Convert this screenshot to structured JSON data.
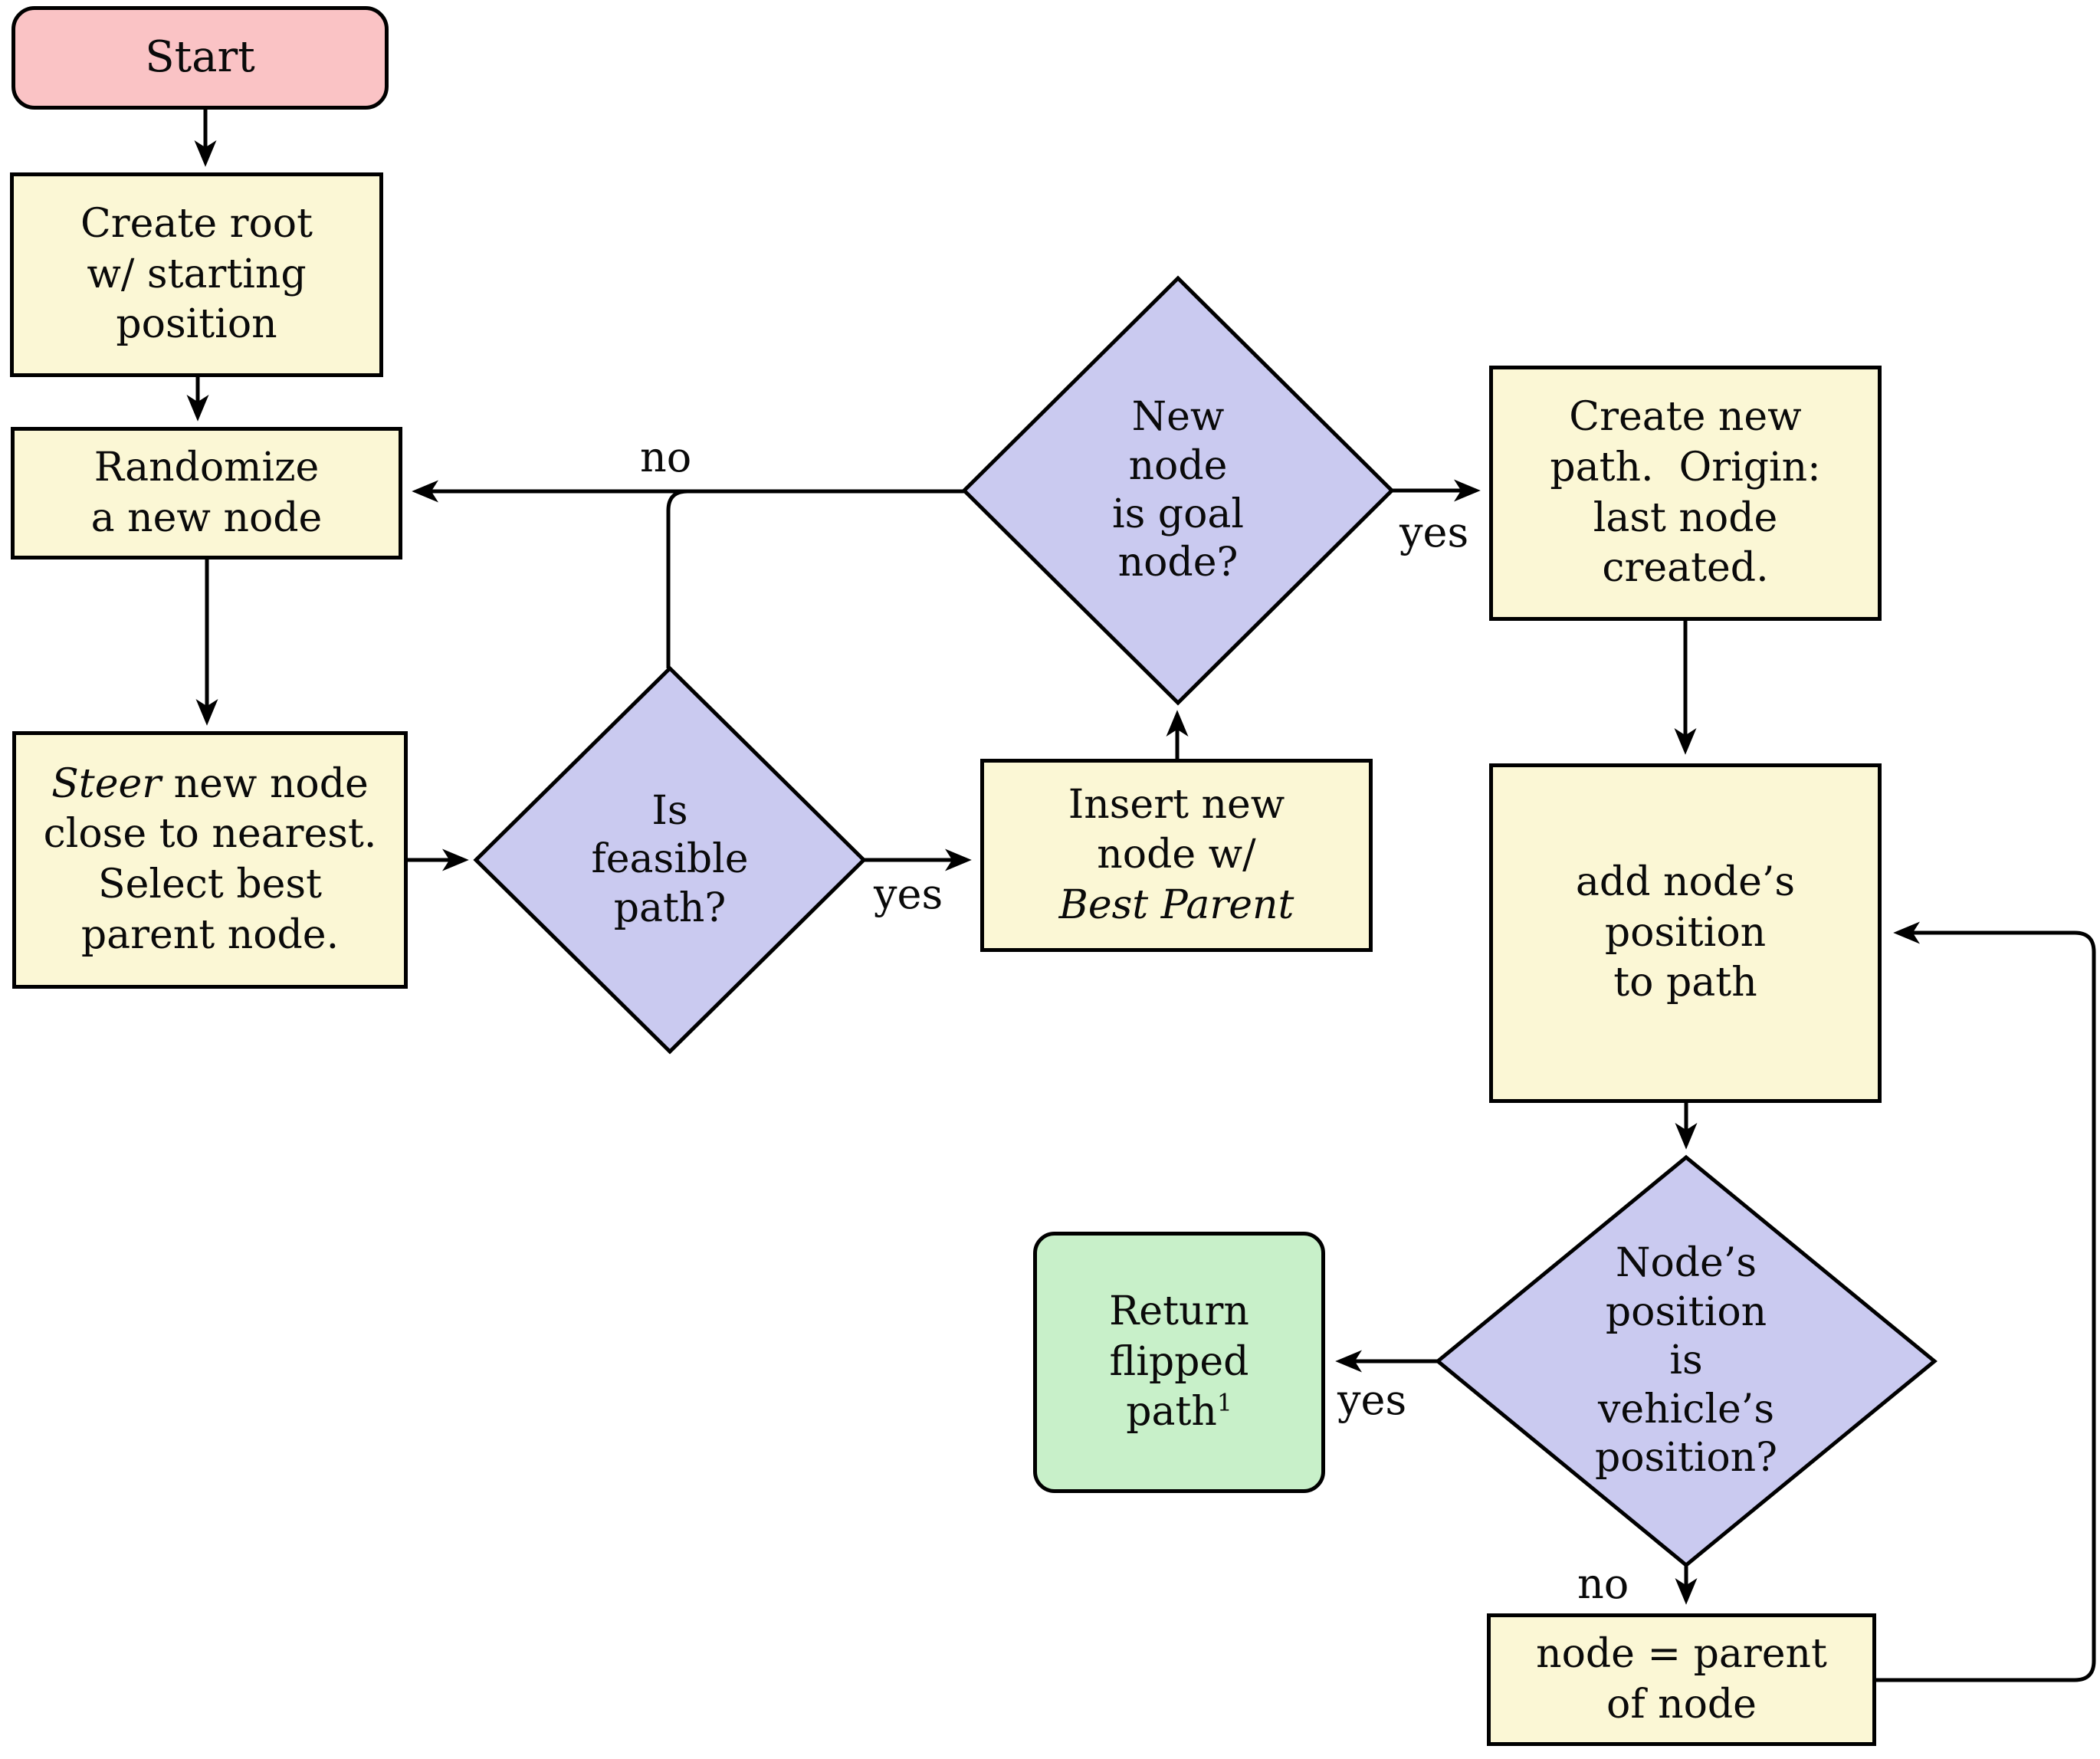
{
  "title": "RRT path planning flowchart",
  "colors": {
    "start_fill": "#FAC3C5",
    "process_fill": "#FBF7D5",
    "decision_fill": "#CACAF0",
    "terminal_fill": "#C8F0C9",
    "line": "#000000"
  },
  "nodes": {
    "start": {
      "label": "Start"
    },
    "create_root": {
      "lines": [
        "Create root",
        "w/ starting",
        "position"
      ]
    },
    "randomize": {
      "lines": [
        "Randomize",
        "a new node"
      ]
    },
    "steer": {
      "line1_italic": "Steer",
      "line1_rest": " new node",
      "lines": [
        "close to nearest.",
        "Select best",
        "parent node."
      ]
    },
    "feasible": {
      "lines": [
        "Is",
        "feasible",
        "path?"
      ]
    },
    "insert": {
      "lines": [
        "Insert new",
        "node w/"
      ],
      "italic_line": "Best Parent"
    },
    "goal": {
      "lines": [
        "New",
        "node",
        "is goal",
        "node?"
      ]
    },
    "create_path": {
      "lines": [
        "Create new",
        "path.  Origin:",
        "last node",
        "created."
      ]
    },
    "add_position": {
      "lines": [
        "add node’s",
        "position",
        "to path"
      ]
    },
    "vehicle": {
      "lines": [
        "Node’s",
        "position",
        "is",
        "vehicle’s",
        "position?"
      ]
    },
    "return": {
      "lines": [
        "Return",
        "flipped"
      ],
      "path_word": "path",
      "superscript": "1"
    },
    "node_parent": {
      "lines": [
        "node = parent",
        "of node"
      ]
    }
  },
  "edge_labels": {
    "feasible_yes": "yes",
    "goal_no": "no",
    "goal_yes": "yes",
    "vehicle_yes": "yes",
    "vehicle_no": "no"
  }
}
